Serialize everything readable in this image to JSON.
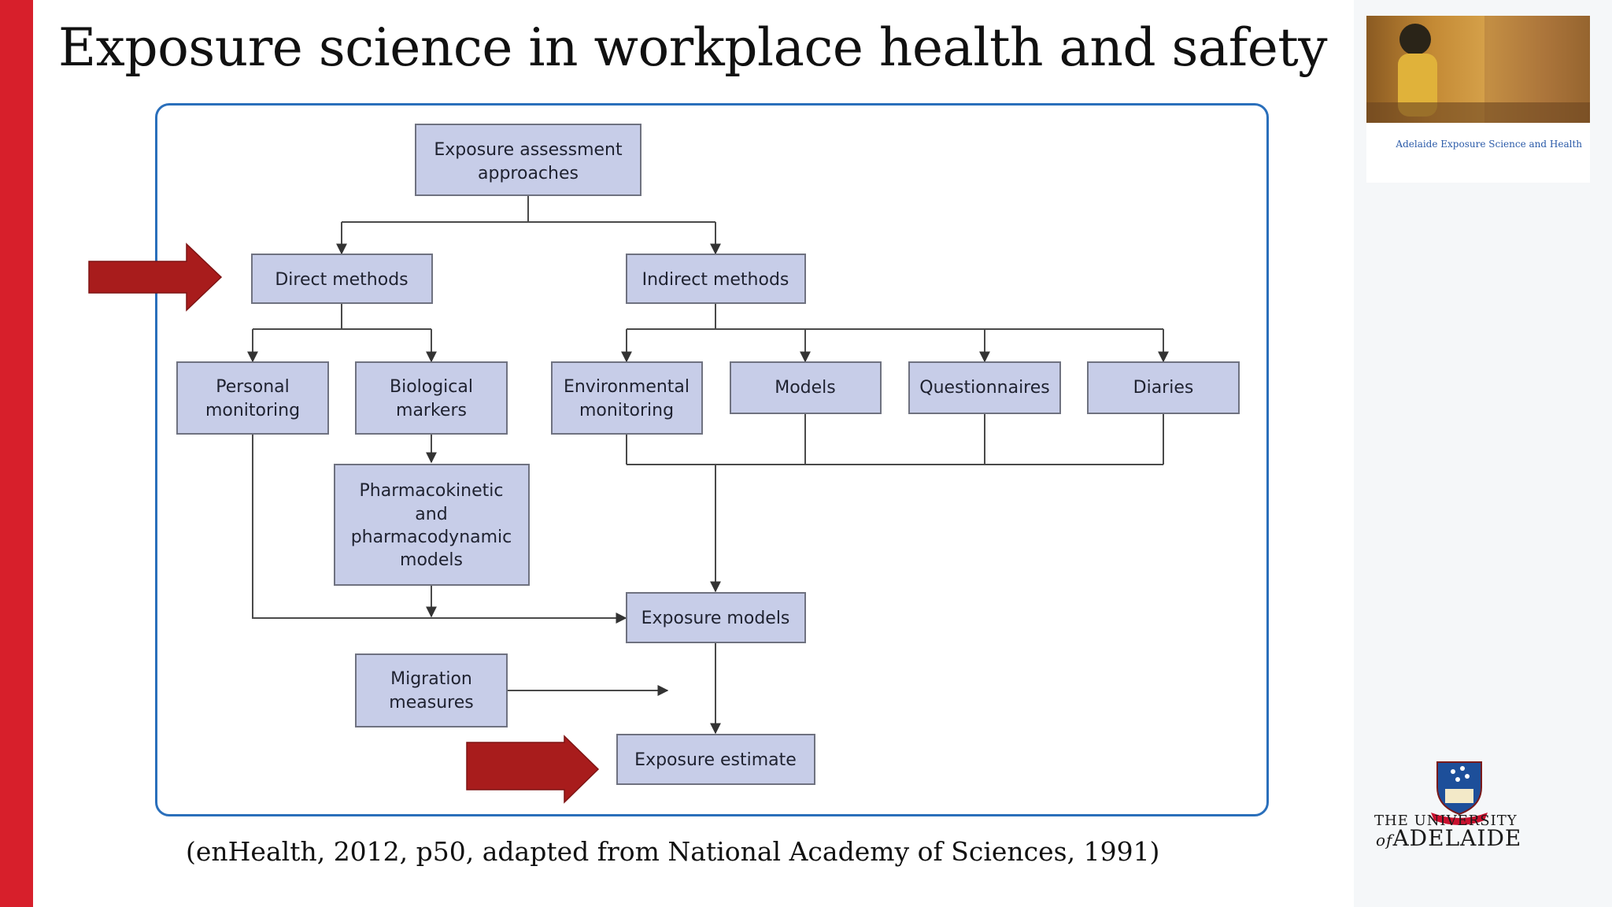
{
  "slide": {
    "title": "Exposure science in workplace health and safety",
    "citation": "(enHealth, 2012, p50, adapted from National Academy of Sciences, 1991)"
  },
  "diagram": {
    "root": [
      "Exposure assessment",
      "approaches"
    ],
    "direct": "Direct methods",
    "indirect": "Indirect methods",
    "personal": [
      "Personal",
      "monitoring"
    ],
    "biological": [
      "Biological",
      "markers"
    ],
    "environmental": [
      "Environmental",
      "monitoring"
    ],
    "models": "Models",
    "questionnaires": "Questionnaires",
    "diaries": "Diaries",
    "pkpd": [
      "Pharmacokinetic",
      "and",
      "pharmacodynamic",
      "models"
    ],
    "exposure_models": "Exposure models",
    "migration": [
      "Migration",
      "measures"
    ],
    "exposure_estimate": "Exposure estimate"
  },
  "colors": {
    "accent_bar": "#d71f2b",
    "box_fill": "#c7cde8",
    "frame_border": "#2a6fbb",
    "highlight_arrow": "#a81c1c"
  },
  "thumbnail": {
    "caption": "Adelaide Exposure Science and Health"
  },
  "logo": {
    "line1": "THE UNIVERSITY",
    "line2_prefix": "of",
    "line2": "ADELAIDE"
  }
}
